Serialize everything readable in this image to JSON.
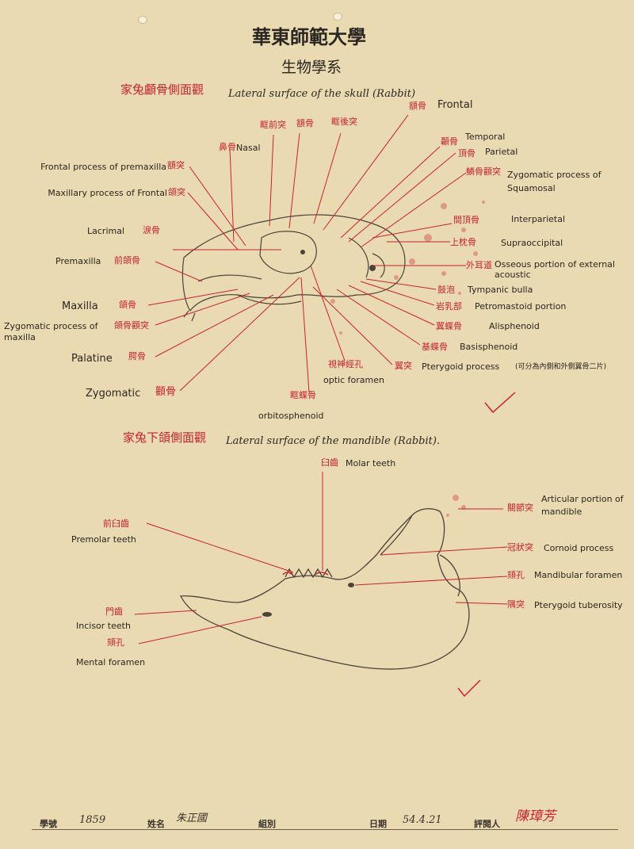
{
  "header": {
    "institution": "華東師範大學",
    "department": "生物學系"
  },
  "skull": {
    "title_zh": "家兔顱骨側面觀",
    "title_en": "Lateral surface of the skull (Rabbit)",
    "labels_right": [
      {
        "zh": "額骨",
        "en": "Frontal"
      },
      {
        "zh": "顳骨",
        "en": "Temporal"
      },
      {
        "zh": "頂骨",
        "en": "Parietal"
      },
      {
        "zh": "鱗骨顴突",
        "en": "Zygomatic process of Squamosal"
      },
      {
        "zh": "間頂骨",
        "en": "Interparietal"
      },
      {
        "zh": "上枕骨",
        "en": "Supraoccipital"
      },
      {
        "zh": "外耳道",
        "en": "Osseous portion of external acoustic"
      },
      {
        "zh": "鼓泡",
        "en": "Tympanic bulla"
      },
      {
        "zh": "岩乳部",
        "en": "Petromastoid portion"
      },
      {
        "zh": "翼蝶骨",
        "en": "Alisphenoid"
      },
      {
        "zh": "基蝶骨",
        "en": "Basisphenoid"
      },
      {
        "zh": "翼突",
        "en": "Pterygoid process"
      }
    ],
    "labels_left": [
      {
        "en": "Frontal process of premaxilla",
        "zh": "額突"
      },
      {
        "en": "Maxillary process of Frontal",
        "zh": "頜突"
      },
      {
        "en": "Lacrimal",
        "zh": "淚骨"
      },
      {
        "en": "Premaxilla",
        "zh": "前頜骨"
      },
      {
        "en": "Maxilla",
        "zh": "頜骨"
      },
      {
        "en": "Zygomatic process of maxilla",
        "zh": "頜骨顴突"
      },
      {
        "en": "Palatine",
        "zh": "腭骨"
      },
      {
        "en": "Zygomatic",
        "zh": "顴骨"
      }
    ],
    "labels_top": [
      {
        "zh": "鼻骨",
        "en": "Nasal"
      },
      {
        "zh": "眶前突"
      },
      {
        "zh": "額骨"
      },
      {
        "zh": "眶後突"
      }
    ],
    "labels_bottom": [
      {
        "zh": "視神經孔",
        "en": "optic foramen"
      },
      {
        "zh": "眶蝶骨",
        "en": "orbitosphenoid"
      }
    ],
    "pterygoid_note": "(可分為內側和外側翼骨二片)"
  },
  "mandible": {
    "title_zh": "家兔下頜側面觀",
    "title_en": "Lateral surface of the mandible (Rabbit).",
    "labels": [
      {
        "zh": "臼齒",
        "en": "Molar teeth"
      },
      {
        "zh": "前臼齒",
        "en": "Premolar teeth"
      },
      {
        "zh": "關節突",
        "en": "Articular portion of mandible"
      },
      {
        "zh": "冠狀突",
        "en": "Cornoid process"
      },
      {
        "zh": "頦孔",
        "en": "Mandibular foramen"
      },
      {
        "zh": "隅突",
        "en": "Pterygoid tuberosity"
      },
      {
        "zh": "門齒",
        "en": "Incisor teeth"
      },
      {
        "zh": "頦孔",
        "en": "Mental foramen"
      }
    ]
  },
  "footer": {
    "student_no_label": "學號",
    "student_no": "1859",
    "name_label": "姓名",
    "name": "朱正國",
    "group_label": "組別",
    "date_label": "日期",
    "date": "54.4.21",
    "grader_label": "評閱人",
    "grader": "陳璋芳"
  },
  "colors": {
    "paper": "#e9dab2",
    "ink_red": "#c8232f",
    "pencil": "#3a332c"
  }
}
